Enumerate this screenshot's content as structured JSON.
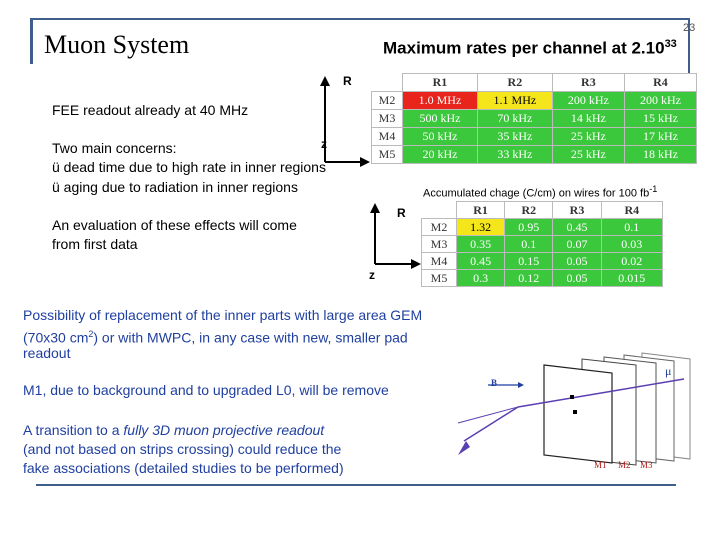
{
  "slide": {
    "title": "Muon System",
    "page_number": "23",
    "subtitle_main": "Maximum rates per channel at 2.10",
    "subtitle_exp": "33"
  },
  "left": {
    "fee_line": "FEE readout already at 40 MHz",
    "concerns_title": "Two main concerns:",
    "concern_1": "ü dead time due to high rate in inner regions",
    "concern_2": "ü aging due to radiation in inner regions",
    "eval_line1": "An evaluation of these effects will come",
    "eval_line2": "from first data"
  },
  "rates_table": {
    "axis_r": "R",
    "axis_z": "z",
    "columns": [
      "R1",
      "R2",
      "R3",
      "R4"
    ],
    "rows": [
      {
        "label": "M2",
        "cells": [
          "1.0 MHz",
          "1.1 MHz",
          "200 kHz",
          "200 kHz"
        ],
        "colors": [
          "red",
          "yellow",
          "green",
          "green"
        ]
      },
      {
        "label": "M3",
        "cells": [
          "500 kHz",
          "70 kHz",
          "14 kHz",
          "15 kHz"
        ],
        "colors": [
          "green",
          "green",
          "green",
          "green"
        ]
      },
      {
        "label": "M4",
        "cells": [
          "50 kHz",
          "35 kHz",
          "25 kHz",
          "17 kHz"
        ],
        "colors": [
          "green",
          "green",
          "green",
          "green"
        ]
      },
      {
        "label": "M5",
        "cells": [
          "20 kHz",
          "33 kHz",
          "25 kHz",
          "18 kHz"
        ],
        "colors": [
          "green",
          "green",
          "green",
          "green"
        ]
      }
    ]
  },
  "charge_table": {
    "caption": "Accumulated chage (C/cm) on wires for 100 fb",
    "caption_exp": "-1",
    "axis_r": "R",
    "axis_z": "z",
    "columns": [
      "R1",
      "R2",
      "R3",
      "R4"
    ],
    "rows": [
      {
        "label": "M2",
        "cells": [
          "1.32",
          "0.95",
          "0.45",
          "0.1"
        ],
        "colors": [
          "yellow",
          "green",
          "green",
          "green"
        ]
      },
      {
        "label": "M3",
        "cells": [
          "0.35",
          "0.1",
          "0.07",
          "0.03"
        ],
        "colors": [
          "green",
          "green",
          "green",
          "green"
        ]
      },
      {
        "label": "M4",
        "cells": [
          "0.45",
          "0.15",
          "0.05",
          "0.02"
        ],
        "colors": [
          "green",
          "green",
          "green",
          "green"
        ]
      },
      {
        "label": "M5",
        "cells": [
          "0.3",
          "0.12",
          "0.05",
          "0.015"
        ],
        "colors": [
          "green",
          "green",
          "green",
          "green"
        ]
      }
    ]
  },
  "bottom": {
    "para1_line1": "Possibility of replacement of  the inner parts with large area GEM",
    "para1_line2_pre": "(70x30 cm",
    "para1_line2_exp": "2",
    "para1_line2_post": ") or  with MWPC,  in any case with new, smaller pad",
    "para1_line3": "readout",
    "para2": "M1, due to background and to upgraded L0, will be remove",
    "para3_line1_pre": "A transition to a ",
    "para3_line1_em": "fully 3D muon projective readout",
    "para3_line2": "(and not based on strips crossing) could reduce the",
    "para3_line3": "fake associations (detailed studies to be performed)"
  },
  "figure": {
    "mu_label": "μ",
    "b_label": "B",
    "m1": "M1",
    "m2": "M2",
    "m3": "M3"
  },
  "colors": {
    "red": "#e8241c",
    "yellow": "#f5e61c",
    "green": "#3cc83c",
    "accent_blue": "#1f3fa0",
    "frame": "#3f5f8a"
  }
}
